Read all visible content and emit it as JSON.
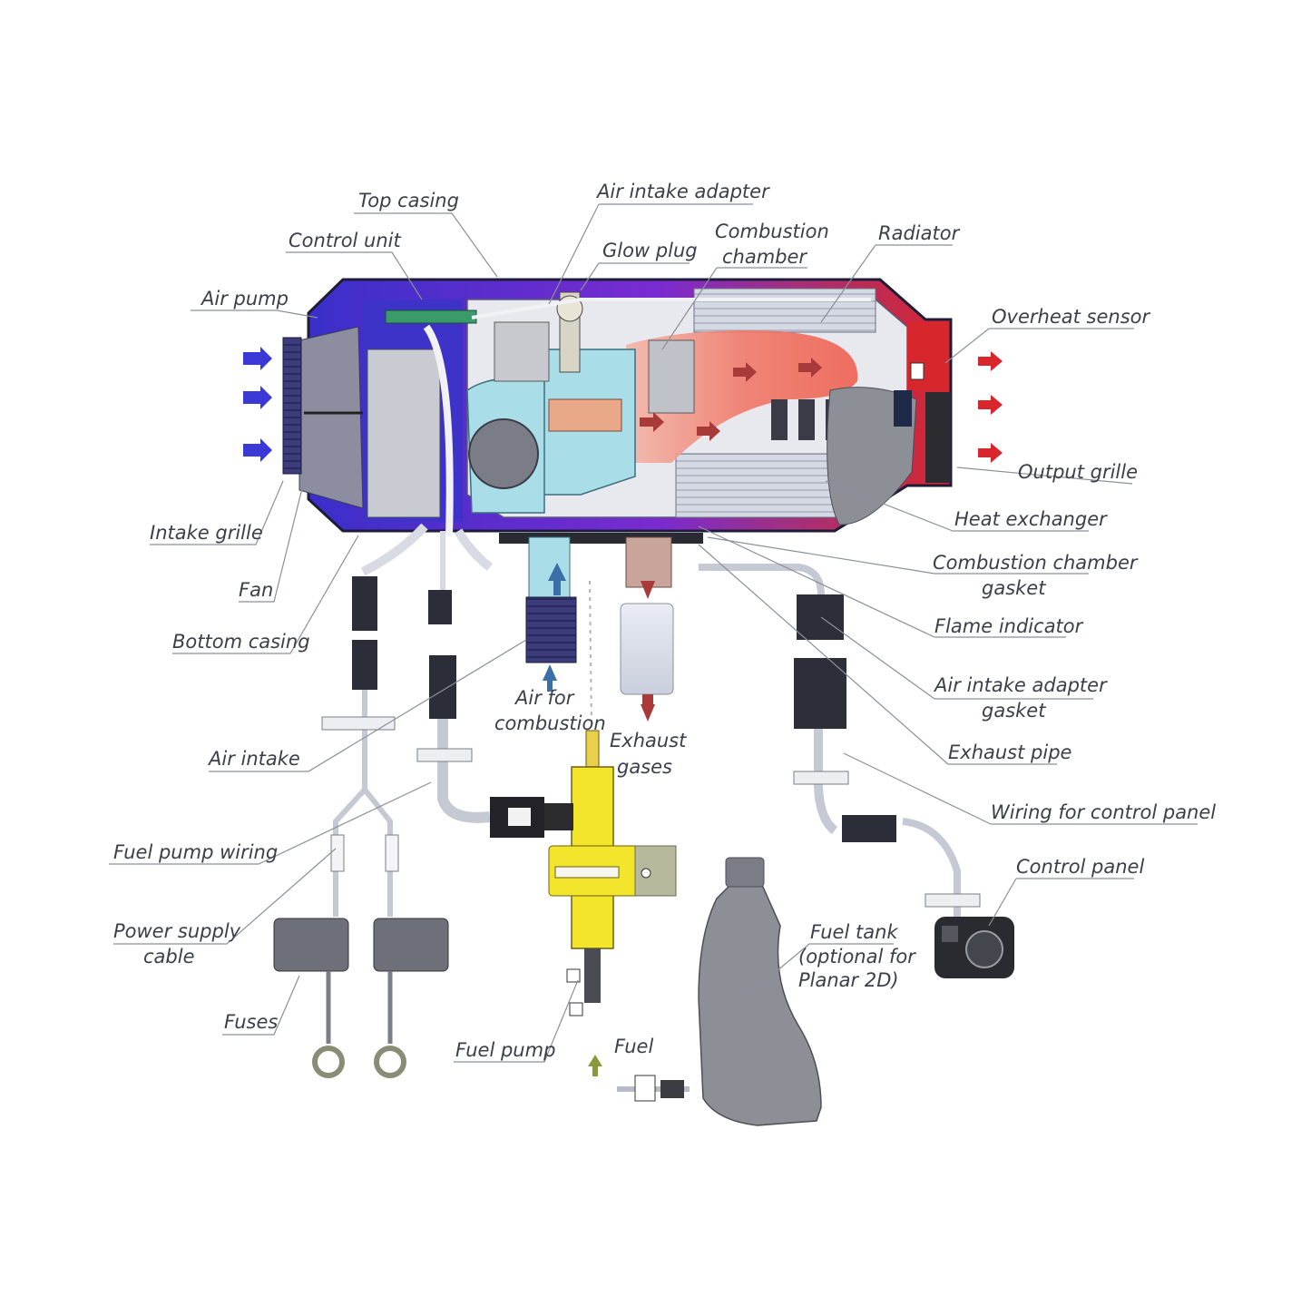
{
  "labels": {
    "top_casing": "Top casing",
    "air_intake_adapter": "Air intake adapter",
    "control_unit": "Control unit",
    "glow_plug": "Glow plug",
    "combustion_chamber_1": "Combustion",
    "combustion_chamber_2": "chamber",
    "radiator": "Radiator",
    "air_pump": "Air pump",
    "overheat_sensor": "Overheat sensor",
    "output_grille": "Output grille",
    "intake_grille": "Intake grille",
    "heat_exchanger": "Heat exchanger",
    "fan": "Fan",
    "cc_gasket_1": "Combustion chamber",
    "cc_gasket_2": "gasket",
    "bottom_casing": "Bottom casing",
    "flame_indicator": "Flame indicator",
    "aia_gasket_1": "Air intake adapter",
    "aia_gasket_2": "gasket",
    "air_for_combustion_1": "Air for",
    "air_for_combustion_2": "combustion",
    "exhaust_gases_1": "Exhaust",
    "exhaust_gases_2": "gases",
    "air_intake": "Air intake",
    "exhaust_pipe": "Exhaust pipe",
    "wiring_control_panel": "Wiring for control panel",
    "fuel_pump_wiring": "Fuel pump wiring",
    "control_panel": "Control panel",
    "power_supply_1": "Power supply",
    "power_supply_2": "cable",
    "fuel_tank_1": "Fuel tank",
    "fuel_tank_2": "(optional for",
    "fuel_tank_3": "Planar 2D)",
    "fuses": "Fuses",
    "fuel_pump": "Fuel pump",
    "fuel": "Fuel"
  },
  "colors": {
    "casing_blue": "#3a2fc9",
    "casing_purple": "#7a2bd0",
    "hot_red": "#e8453a",
    "exhaust_red": "#d7262c",
    "intake_arrow_blue": "#3b39d6",
    "combustion_air_blue": "#3a6fa8",
    "exhaust_arrow": "#a83a3a",
    "fuel_pump_yellow": "#f2e52b",
    "fuel_arrow": "#8a9a3a",
    "component_gray": "#8c8f96",
    "chamber_cyan": "#a9dde8"
  }
}
